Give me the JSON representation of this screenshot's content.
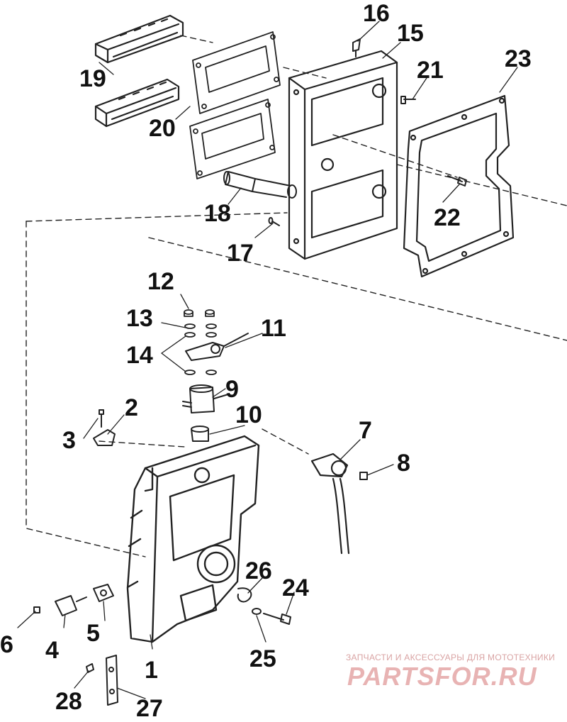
{
  "callouts": {
    "c1": "1",
    "c2": "2",
    "c3": "3",
    "c4": "4",
    "c5": "5",
    "c6": "6",
    "c7": "7",
    "c8": "8",
    "c9": "9",
    "c10": "10",
    "c11": "11",
    "c12": "12",
    "c13": "13",
    "c14": "14",
    "c15": "15",
    "c16": "16",
    "c17": "17",
    "c18": "18",
    "c19": "19",
    "c20": "20",
    "c21": "21",
    "c22": "22",
    "c23": "23",
    "c24": "24",
    "c25": "25",
    "c26": "26",
    "c27": "27",
    "c28": "28"
  },
  "watermark": {
    "tagline": "ЗАПЧАСТИ И АКСЕССУАРЫ ДЛЯ МОТОТЕХНИКИ",
    "logo_text": "PARTSFOR.RU"
  },
  "colors": {
    "ink": "#111111",
    "line": "#222222",
    "watermark": "#d9a3a3"
  }
}
